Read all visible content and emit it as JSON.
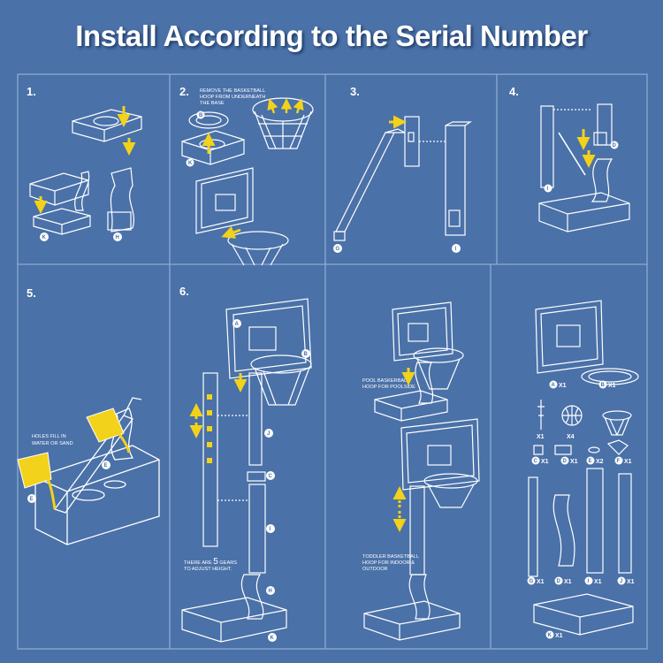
{
  "title": "Install According to the Serial Number",
  "steps": [
    "1.",
    "2.",
    "3.",
    "4.",
    "5.",
    "6."
  ],
  "notes": {
    "remove_hoop": [
      "REMOVE THE BASKETBALL",
      "HOOP FROM UNDERNEATH",
      "THE BASE"
    ],
    "holes_fill": [
      "HOLES FILL IN",
      "WATER OR SAND"
    ],
    "gears": [
      "THERE ARE",
      "5",
      "GEARS",
      "TO ADJUST HEIGHT."
    ],
    "pool": [
      "POOL BASKERBALL",
      "HOOP FOR POOLSIDE"
    ],
    "toddler": [
      "TODDLER BASKETBALL",
      "HOOP FOR INDOOR &",
      "OUTDOOR"
    ]
  },
  "part_labels": {
    "b": "B",
    "k": "K",
    "h": "H",
    "g": "G",
    "i": "I",
    "d": "D",
    "e": "E",
    "a": "A",
    "j": "J",
    "c": "C",
    "f": "F"
  },
  "parts_list": [
    {
      "part": "A",
      "qty": "X1"
    },
    {
      "part": "B",
      "qty": "X1"
    },
    {
      "part": "",
      "qty": "X1"
    },
    {
      "part": "",
      "qty": "X4"
    },
    {
      "part": "C",
      "qty": "X1"
    },
    {
      "part": "D",
      "qty": "X1"
    },
    {
      "part": "E",
      "qty": "X2"
    },
    {
      "part": "F",
      "qty": "X1"
    },
    {
      "part": "G",
      "qty": "X1"
    },
    {
      "part": "D",
      "qty": "X1"
    },
    {
      "part": "I",
      "qty": "X1"
    },
    {
      "part": "J",
      "qty": "X1"
    },
    {
      "part": "K",
      "qty": "X1"
    }
  ],
  "colors": {
    "background": "#4a71a8",
    "line": "#ffffff",
    "grid": "#8eaad2",
    "arrow": "#f2d21a"
  }
}
